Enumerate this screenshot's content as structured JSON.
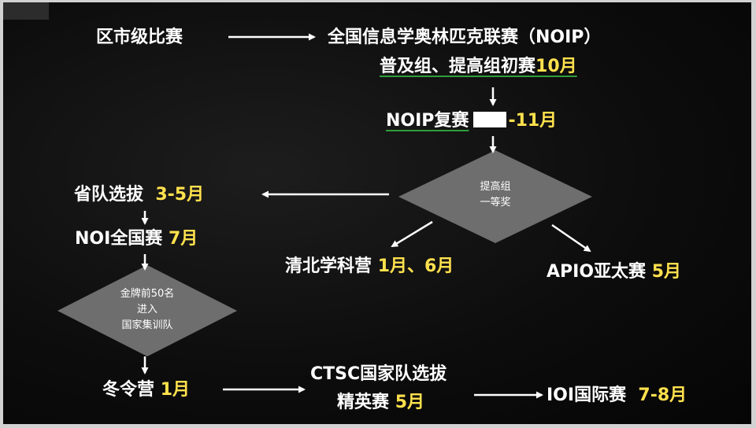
{
  "nodes": {
    "district": "区市级比赛",
    "noip_title": "全国信息学奥林匹克联赛（NOIP）",
    "noip_rounds": "普及组、提高组初赛",
    "noip_rounds_month": "10月",
    "noip_final": "NOIP复赛",
    "noip_final_month": "-11月",
    "first_prize": [
      "提高组",
      "一等奖"
    ],
    "province_team": "省队选拔",
    "province_team_month": "3-5月",
    "noi": "NOI全国赛",
    "noi_month": "7月",
    "qingbei": "清北学科营",
    "qingbei_month": "1月、6月",
    "apio": "APIO亚太赛",
    "apio_month": "5月",
    "gold": [
      "金牌前50名",
      "进入",
      "国家集训队"
    ],
    "winter_camp": "冬令营",
    "winter_camp_month": "1月",
    "ctsc": "CTSC国家队选拔",
    "ctsc_sub": "精英赛",
    "ctsc_month": "5月",
    "ioi": "IOI国际赛",
    "ioi_month": "7-8月"
  },
  "colors": {
    "background": "#0d0d0d",
    "text": "#ffffff",
    "month": "#ffe14d",
    "diamond": "#6e6e6e",
    "underline": "#2f9e3a"
  }
}
